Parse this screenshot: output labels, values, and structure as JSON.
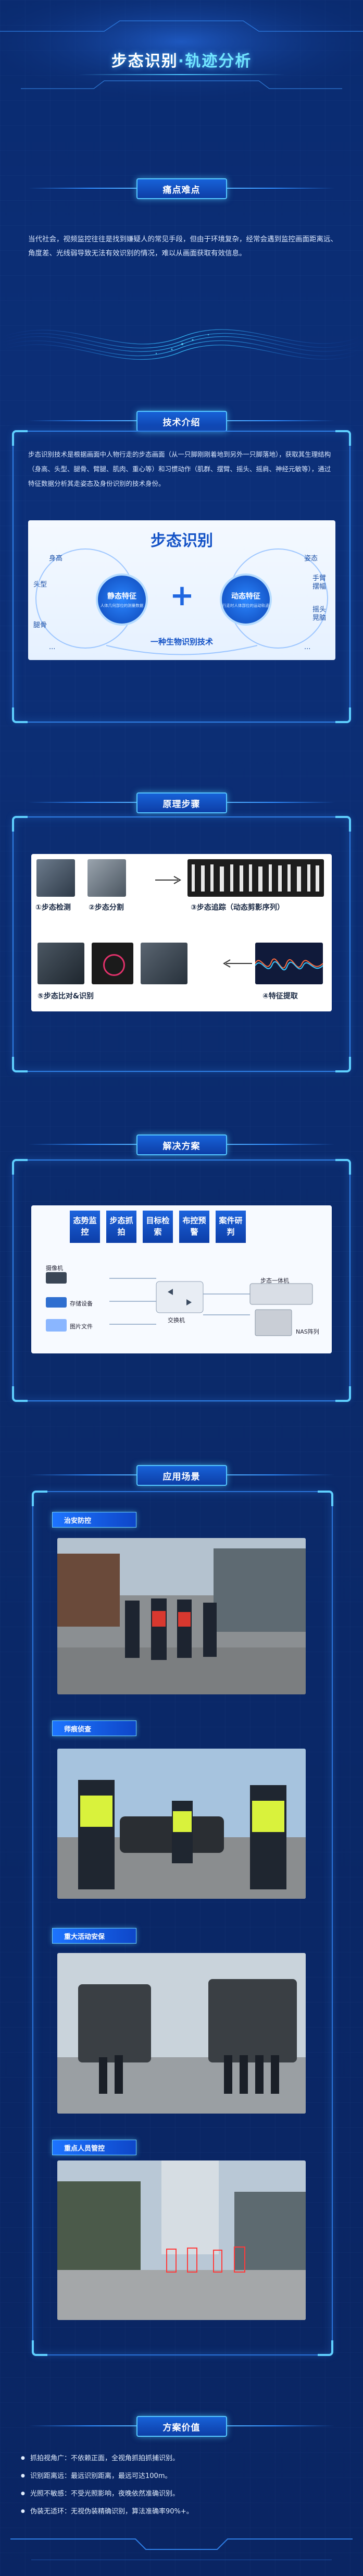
{
  "header": {
    "title_main": "步态识别",
    "title_dot": "·",
    "title_accent": "轨迹分析"
  },
  "pain": {
    "heading": "痛点难点",
    "text": "当代社会，视频监控往往是找到嫌疑人的常见手段，但由于环境复杂，经常会遇到监控画面距离远、角度差、光线弱导致无法有效识别的情况，难以从画面获取有效信息。"
  },
  "tech": {
    "heading": "技术介绍",
    "text": "步态识别技术是根据画面中人物行走的步态画面（从一只脚刚刚着地到另外一只脚落地），获取其生理结构（身高、头型、腿骨、臂腿、肌肉、重心等）和习惯动作（肌群、摆臂、摇头、摇肩、神经元敏等），通过特征数据分析其走姿态及身份识别的技术身份。",
    "diagram": {
      "title": "步态识别",
      "left_badge": "静态特征",
      "left_badge_sub": "人体几何部位的测量数据",
      "right_badge": "动态特征",
      "right_badge_sub": "行走时人体部位的运动轨迹",
      "plus": "+",
      "bottom": "一种生物识别技术",
      "left_labels": [
        "身高",
        "头型",
        "腿骨",
        "..."
      ],
      "right_labels": [
        "姿态",
        "手臂摆幅",
        "摇头晃脑",
        "..."
      ]
    }
  },
  "principle": {
    "heading": "原理步骤",
    "steps": [
      "①步态检测",
      "②步态分割",
      "③步态追踪（动态剪影序列）",
      "④特征提取",
      "⑤步态比对&识别"
    ]
  },
  "solution": {
    "heading": "解决方案",
    "cards": [
      "态势监控",
      "步态抓拍",
      "目标检索",
      "布控预警",
      "案件研判"
    ],
    "devices": {
      "camera": "摄像机",
      "storage": "存储设备",
      "cloud": "图片文件",
      "switch": "交换机",
      "all_in_one": "步态一体机",
      "nas": "NAS阵列"
    }
  },
  "scenes": {
    "heading": "应用场景",
    "items": [
      {
        "label": "治安防控"
      },
      {
        "label": "师痕侦查"
      },
      {
        "label": "重大活动安保"
      },
      {
        "label": "重点人员管控"
      }
    ]
  },
  "value": {
    "heading": "方案价值",
    "bullets": [
      "抓拍视角广：不依赖正面，全视角抓拍抓捕识别。",
      "识别距离远：最远识别距离，最远可达100m。",
      "光照不敏感：不受光照影响，夜晚依然准确识别。",
      "伪装无适环：无视伪装精确识别，算法准确率90%+。"
    ]
  },
  "colors": {
    "background": "#0b2a6b",
    "accent": "#5fd0ff",
    "tag": "#1d74ff"
  }
}
